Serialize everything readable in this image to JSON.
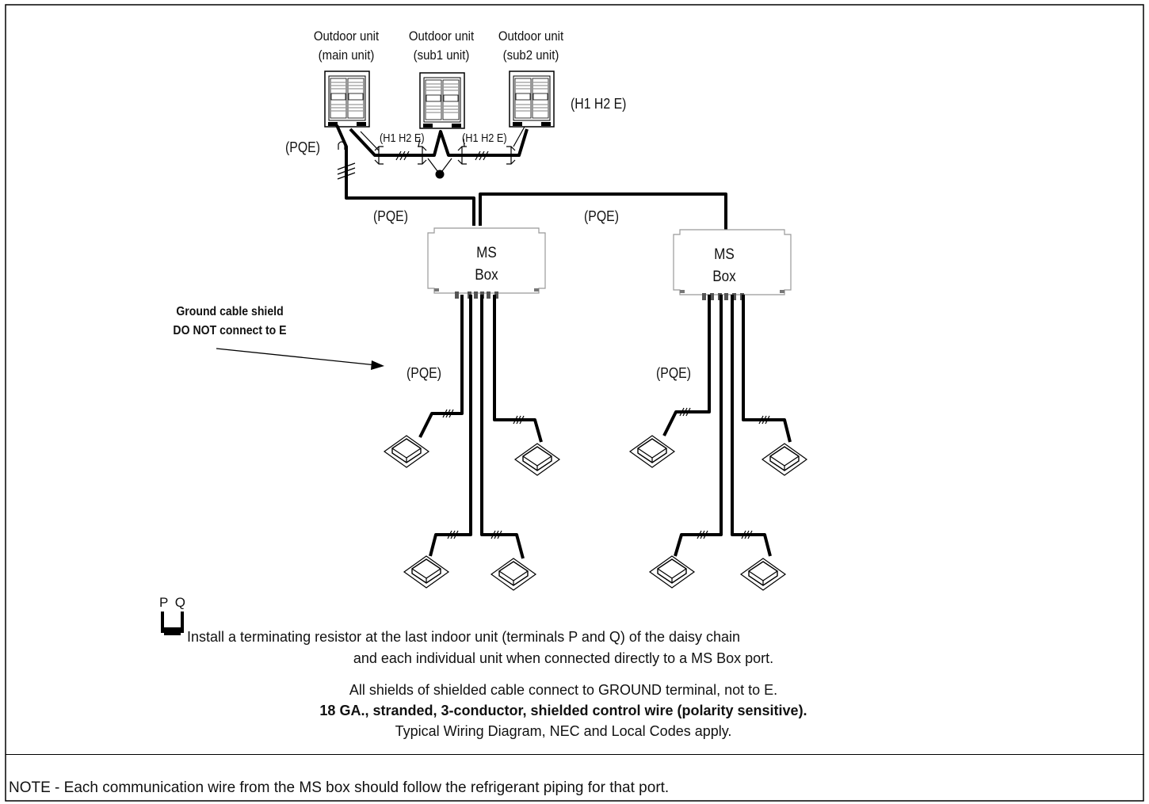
{
  "outdoor_units": [
    {
      "line1": "Outdoor unit",
      "line2": "(main unit)"
    },
    {
      "line1": "Outdoor unit",
      "line2": "(sub1 unit)"
    },
    {
      "line1": "Outdoor unit",
      "line2": "(sub2 unit)"
    }
  ],
  "labels": {
    "h1h2e_right": "(H1 H2 E)",
    "h1h2e_mid1": "(H1 H2 E)",
    "h1h2e_mid2": "(H1 H2 E)",
    "pqe_outdoor": "(PQE)",
    "pqe_trunk_left": "(PQE)",
    "pqe_trunk_right": "(PQE)",
    "pqe_branch_left": "(PQE)",
    "pqe_branch_right": "(PQE)"
  },
  "ms_boxes": [
    {
      "line1": "MS",
      "line2": "Box"
    },
    {
      "line1": "MS",
      "line2": "Box"
    }
  ],
  "ground_note": {
    "line1": "Ground cable shield",
    "line2": "DO NOT connect to E"
  },
  "resistor": {
    "symbol_label": "P Q",
    "text_line1": "Install a terminating resistor at the last indoor unit (terminals P and Q) of the daisy chain",
    "text_line2": "and each individual unit when connected directly to a MS Box port."
  },
  "notes": {
    "shields": "All shields of shielded cable connect to GROUND terminal, not to E.",
    "wire_spec": "18 GA., stranded, 3-conductor, shielded control wire (polarity sensitive).",
    "typical": "Typical Wiring Diagram, NEC and Local Codes apply.",
    "footer": "NOTE - Each communication wire from the MS box should follow the refrigerant piping for that port."
  }
}
